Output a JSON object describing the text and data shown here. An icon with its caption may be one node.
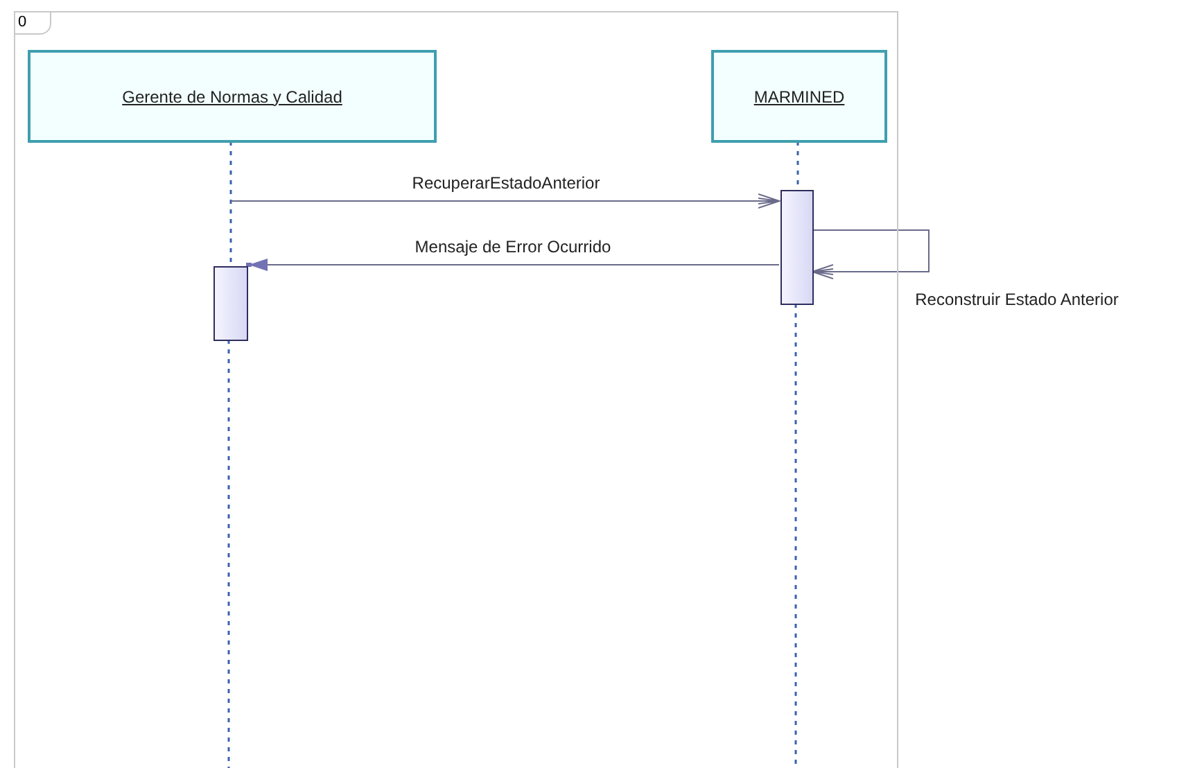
{
  "diagram": {
    "nodes": [
      {
        "text": [
          "0"
        ]
      },
      {
        "text": [
          "Gerente de Normas y Calidad"
        ],
        "in": 0
      },
      {
        "text": [
          "MARMINED"
        ],
        "in": 0
      },
      {
        "text": [],
        "shape": "bar",
        "in": 0
      },
      {
        "text": [],
        "shape": "bar",
        "in": 0
      }
    ],
    "edges": [
      {
        "from": 1,
        "to": 4,
        "arrow": "none",
        "style": "dashed",
        "color": "#3b62b0"
      },
      {
        "from": 2,
        "to": 3,
        "arrow": "none",
        "style": "dashed",
        "color": "#3b62b0"
      },
      {
        "from": 1,
        "to": 3,
        "arrow": "to",
        "label": "RecuperarEstadoAnterior"
      },
      {
        "from": 3,
        "to": 4,
        "arrow": "to",
        "label": "Mensaje de Error Ocurrido"
      },
      {
        "from": 3,
        "to": 3,
        "arrow": "to",
        "label": "Reconstruir Estado Anterior"
      }
    ]
  }
}
